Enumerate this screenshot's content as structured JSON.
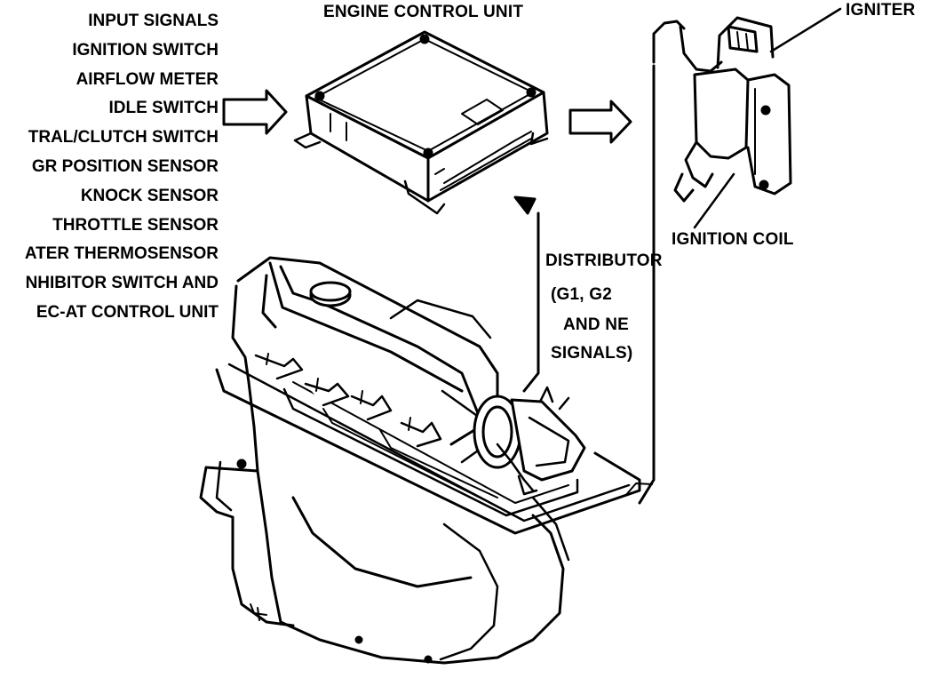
{
  "input_signals": {
    "title": "INPUT SIGNALS",
    "items": [
      "IGNITION SWITCH",
      "AIRFLOW METER",
      "IDLE SWITCH",
      "TRAL/CLUTCH SWITCH",
      "GR POSITION SENSOR",
      "KNOCK SENSOR",
      "THROTTLE SENSOR",
      "ATER THERMOSENSOR",
      "NHIBITOR SWITCH AND",
      "EC-AT CONTROL UNIT"
    ]
  },
  "labels": {
    "ecu": "ENGINE CONTROL UNIT",
    "igniter": "IGNITER",
    "ignition_coil": "IGNITION COIL",
    "distributor": "DISTRIBUTOR",
    "dist_sig_1": "(G1, G2",
    "dist_sig_2": "AND NE",
    "dist_sig_3": "SIGNALS)"
  }
}
